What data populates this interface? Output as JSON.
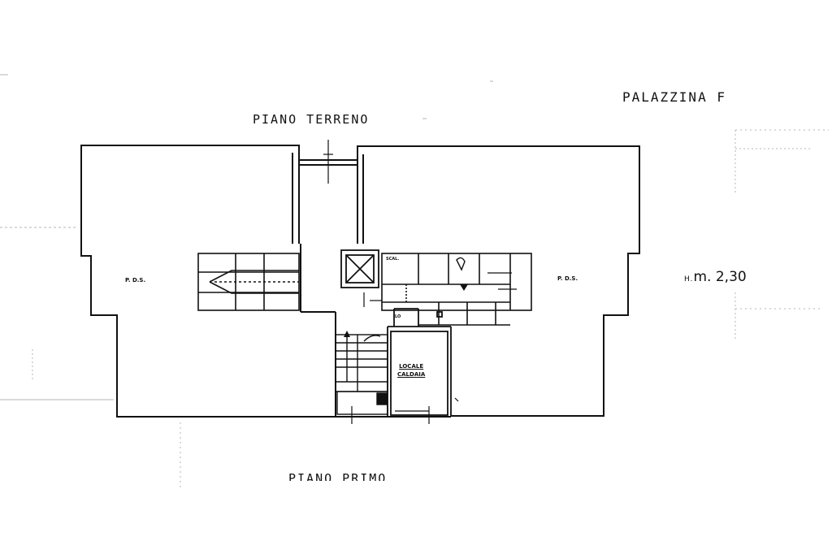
{
  "labels": {
    "building": "PALAZZINA F",
    "floor": "PIANO TERRENO",
    "next_floor": "PIANO PRIMO",
    "pds_left": "P. D.S.",
    "pds_right": "P. D.S.",
    "height_prefix": "H.",
    "height_value": "m. 2,30",
    "boiler_room_line1": "LOCALE",
    "boiler_room_line2": "CALDAIA",
    "small_room": "SCAL.",
    "small_room_2": "LO"
  },
  "colors": {
    "ink": "#111111",
    "faint": "#9a9a9a",
    "background": "#ffffff"
  }
}
